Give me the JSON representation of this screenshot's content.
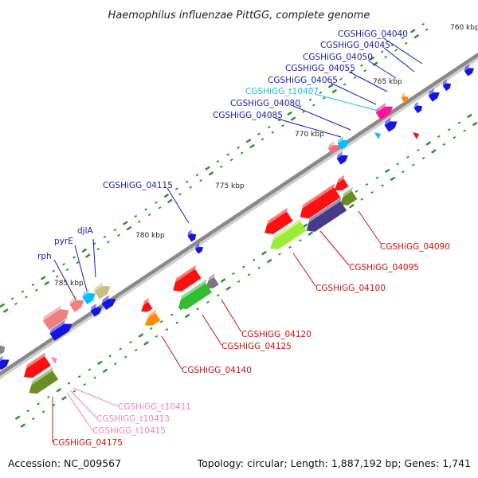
{
  "title": "Haemophilus influenzae PittGG, complete genome",
  "footer": {
    "accession": "Accession: NC_009567",
    "summary": "Topology: circular; Length: 1,887,192 bp; Genes: 1,741"
  },
  "colors": {
    "backbone": "#8a8a8a",
    "tick": "#2e8b2e",
    "forward_label": "#1a1ab3",
    "reverse_label": "#cc1111",
    "trna_forward_label": "#22bbdd",
    "trna_reverse_label": "#ee88bb"
  },
  "tick_labels": [
    "760 kbp",
    "765 kbp",
    "770 kbp",
    "775 kbp",
    "780 kbp",
    "785 kbp"
  ],
  "forward_gene_labels": [
    "CGSHiGG_04040",
    "CGSHiGG_04045",
    "CGSHiGG_04050",
    "CGSHiGG_04055",
    "CGSHiGG_04065",
    "CGSHiGG_t10407",
    "CGSHiGG_04080",
    "CGSHiGG_04085",
    "CGSHiGG_04115",
    "djlA",
    "pyrE",
    "rph"
  ],
  "reverse_gene_labels": [
    "CGSHiGG_04090",
    "CGSHiGG_04095",
    "CGSHiGG_04100",
    "CGSHiGG_04120",
    "CGSHiGG_04125",
    "CGSHiGG_04140",
    "CGSHiGG_t10411",
    "CGSHiGG_t10413",
    "CGSHiGG_t10415",
    "CGSHiGG_04175"
  ]
}
